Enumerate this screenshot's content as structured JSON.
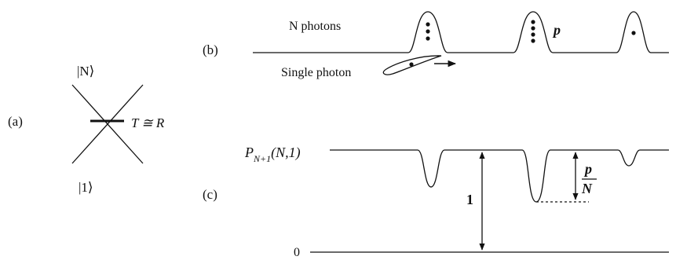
{
  "panel_a": {
    "label": "(a)",
    "ket_top": "|N⟩",
    "ket_bottom": "|1⟩",
    "relation": "T ≅ R"
  },
  "panel_b": {
    "label": "(b)",
    "n_photons_label": "N photons",
    "single_photon_label": "Single photon",
    "p_label": "p",
    "pulse_dot_counts": [
      3,
      4,
      1
    ]
  },
  "panel_c": {
    "label": "(c)",
    "y_top_label_main": "P",
    "y_top_label_sub": "N+1",
    "y_top_label_args": "(N,1)",
    "y_zero_label": "0",
    "arrow_1_label": "1",
    "ratio_num": "p",
    "ratio_den": "N"
  },
  "colors": {
    "ink": "#111111",
    "background": "#ffffff"
  }
}
